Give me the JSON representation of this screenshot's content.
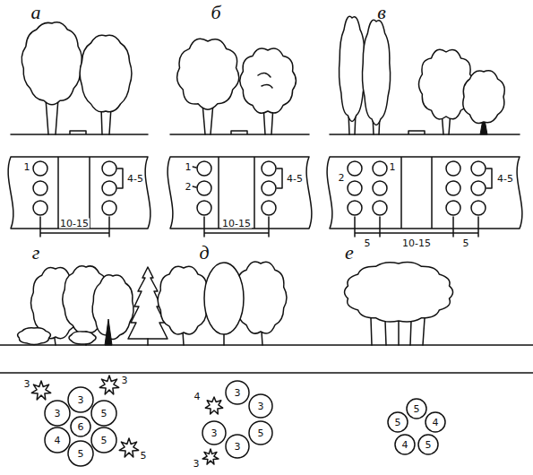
{
  "diagram": {
    "labels": [
      "а",
      "б",
      "в",
      "1",
      "4-5",
      "10-15",
      "1",
      "2",
      "4-5",
      "10-15",
      "2",
      "1",
      "4-5",
      "5",
      "10-15",
      "5",
      "г",
      "д",
      "е",
      "3",
      "3",
      "3",
      "3",
      "5",
      "6",
      "4",
      "5",
      "5",
      "5",
      "3",
      "4",
      "3",
      "3",
      "5",
      "3",
      "3",
      "5",
      "5",
      "4",
      "4",
      "5"
    ]
  }
}
